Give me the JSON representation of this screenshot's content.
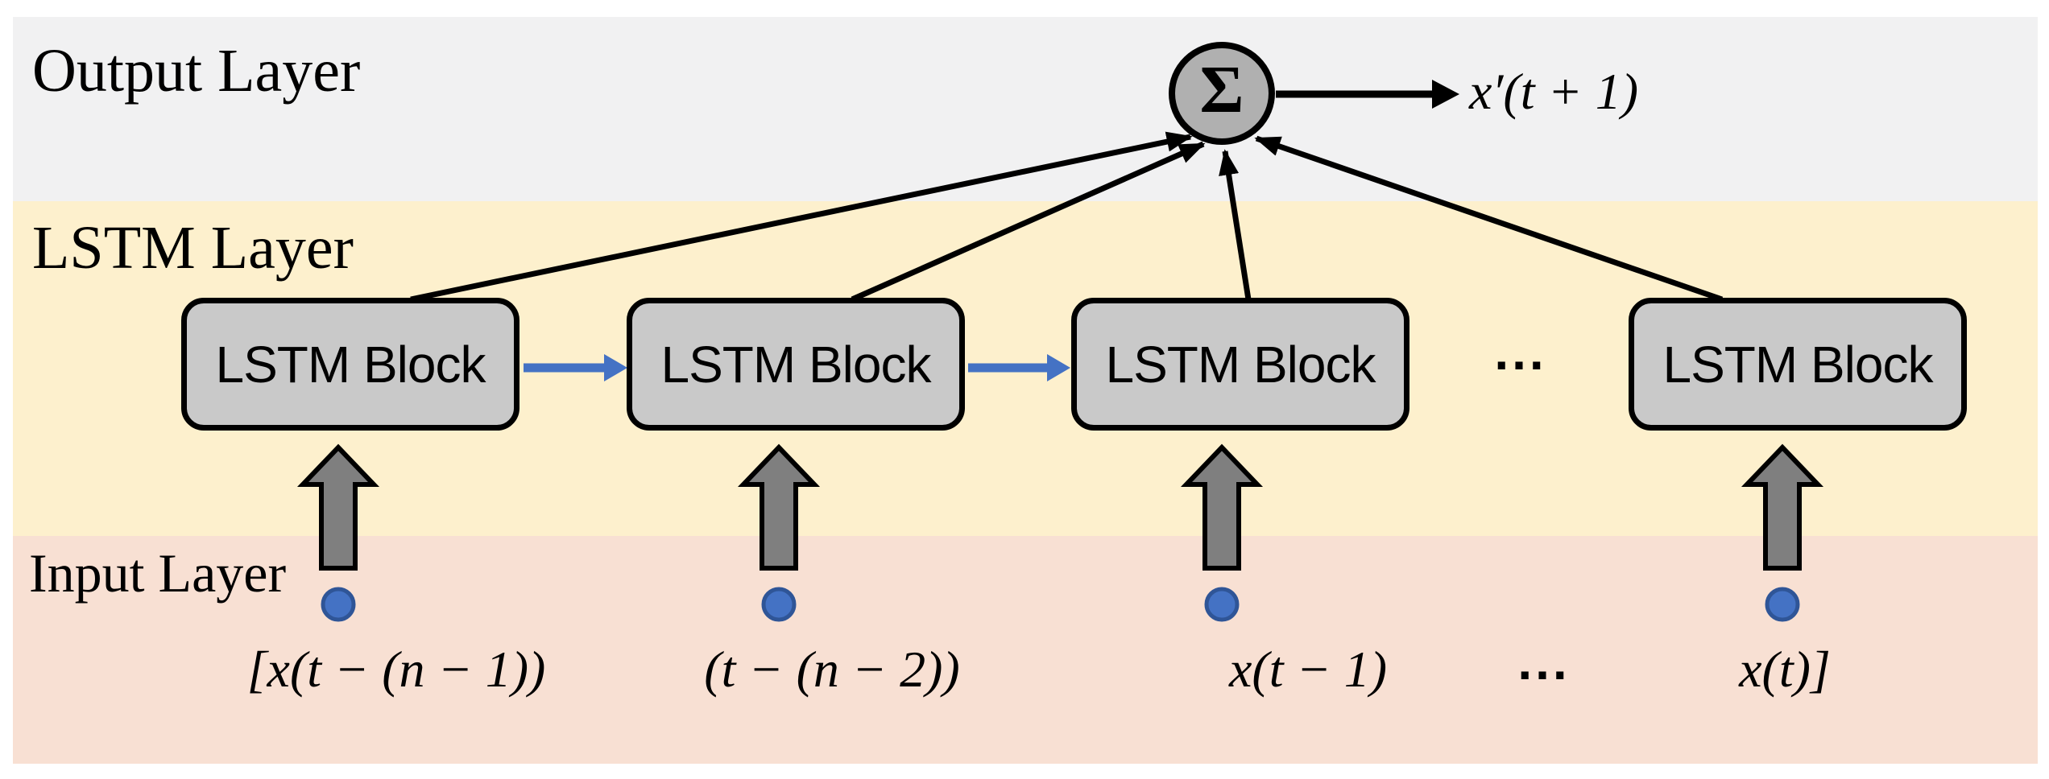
{
  "diagram": {
    "title": "LSTM network architecture figure",
    "layers": [
      {
        "id": "output",
        "label": "Output Layer"
      },
      {
        "id": "lstm",
        "label": "LSTM Layer"
      },
      {
        "id": "input",
        "label": "Input Layer"
      }
    ],
    "blocks": [
      {
        "label": "LSTM Block"
      },
      {
        "label": "LSTM Block"
      },
      {
        "label": "LSTM Block"
      },
      {
        "label": "LSTM Block"
      }
    ],
    "block_row_ellipsis": "...",
    "sum_node": {
      "symbol": "Σ"
    },
    "output_expression": "x′(t + 1)",
    "inputs": [
      {
        "label": "[x(t − (n − 1))"
      },
      {
        "label": "(t − (n − 2))"
      },
      {
        "label": "x(t − 1)"
      },
      {
        "label": "x(t)]"
      }
    ],
    "input_row_ellipsis": "...",
    "colors": {
      "band_output": "#f1f1f2",
      "band_lstm": "#fdf0cd",
      "band_input": "#f8e0d3",
      "block_fill": "#c9c9c9",
      "block_border": "#000000",
      "sum_fill": "#b0b0b0",
      "arrow_blue": "#4472c4",
      "up_arrow_fill": "#7f7f7f",
      "input_dot_fill": "#4472c4",
      "input_dot_border": "#2f5597",
      "line_black": "#000000"
    }
  }
}
